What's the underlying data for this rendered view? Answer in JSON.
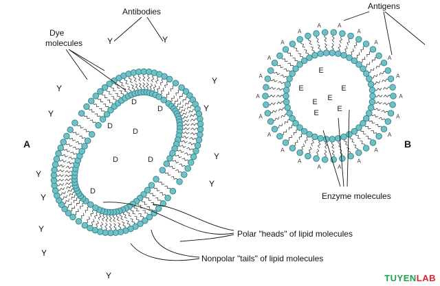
{
  "panel_a": {
    "letter": "A",
    "antibodies_label": "Antibodies",
    "dye_label_line1": "Dye",
    "dye_label_line2": "molecules",
    "dye_symbol": "D",
    "antibody_symbol": "Y"
  },
  "panel_b": {
    "letter": "B",
    "antigens_label": "Antigens",
    "enzyme_label": "Enzyme molecules",
    "enzyme_symbol": "E",
    "antigen_symbol": "A"
  },
  "callouts": {
    "heads_label": "Polar \"heads\" of lipid molecules",
    "tails_label": "Nonpolar \"tails\" of lipid molecules"
  },
  "watermark": {
    "part1": "TUYEN",
    "part2": "LAB"
  },
  "colors": {
    "lipid_head": "#6fc1c6",
    "lipid_head_stroke": "#2f7f86"
  }
}
